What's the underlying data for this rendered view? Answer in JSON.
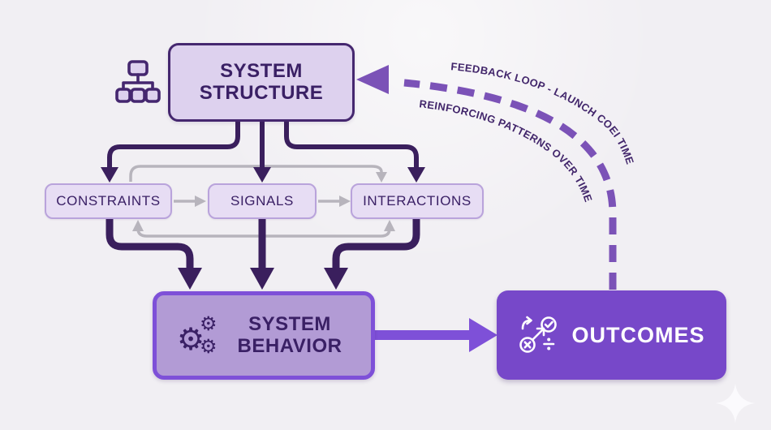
{
  "diagram": {
    "title_hint": "system structure feedback diagram",
    "nodes": {
      "system_structure": {
        "label": "SYSTEM STRUCTURE",
        "icon": "hierarchy-icon"
      },
      "constraints": {
        "label": "CONSTRAINTS"
      },
      "signals": {
        "label": "SIGNALS"
      },
      "interactions": {
        "label": "INTERACTIONS"
      },
      "system_behavior": {
        "label": "SYSTEM BEHAVIOR",
        "icon": "gears-icon"
      },
      "outcomes": {
        "label": "OUTCOMES",
        "icon": "decision-metrics-icon"
      }
    },
    "feedback": {
      "label_outer": "FEEDBACK LOOP - LAUNCH COEI TIME",
      "label_inner": "REINFORCING PATTERNS OVER TIME"
    },
    "icons": {
      "hierarchy-icon": "org-chart outline",
      "gears-icon": "⚙⚙⚙",
      "decision-metrics-icon": "arrows with check / x circles and divide sign",
      "sparkle-icon": "four-point star"
    },
    "colors": {
      "background": "#f1eff3",
      "dark_purple": "#3a1f5d",
      "node_text": "#3a2065",
      "light_fill": "#ddd1ee",
      "mini_fill": "#e7ddf4",
      "mini_border": "#b9a3db",
      "behavior_fill": "#b29bd5",
      "bright_purple": "#7e50d8",
      "outcomes_fill": "#7748c9",
      "feedback_purple": "#7b52b7",
      "gray_connector": "#b7b4bc"
    }
  }
}
